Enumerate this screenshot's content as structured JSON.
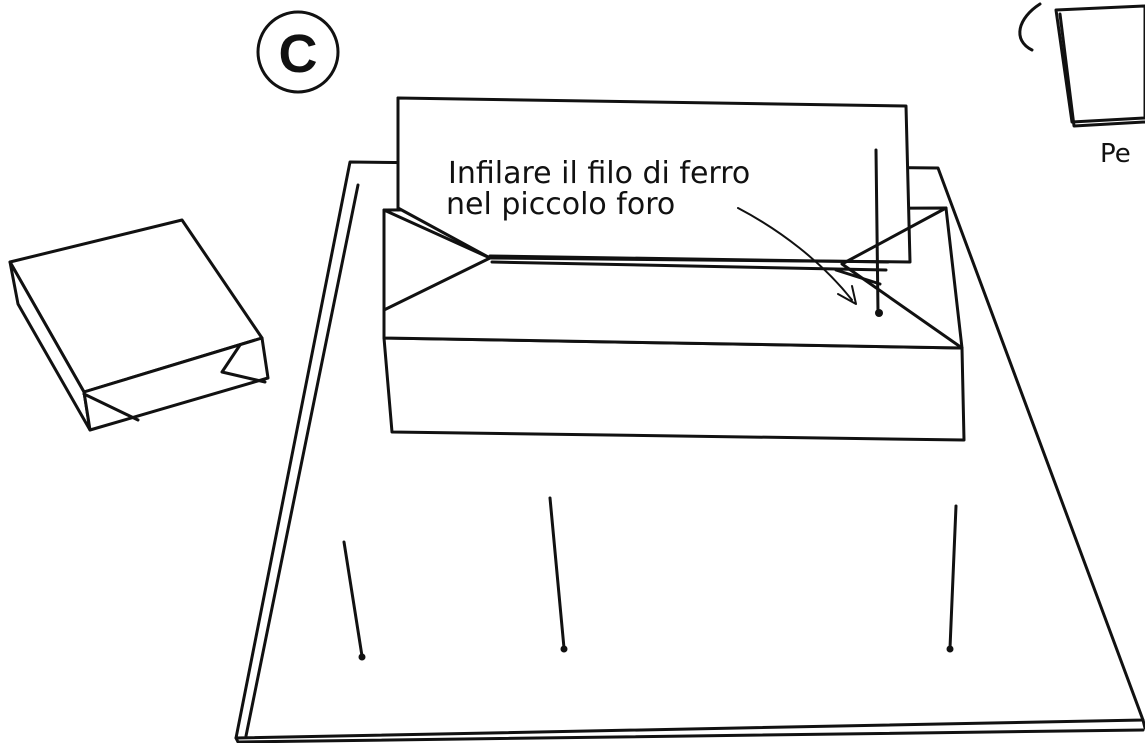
{
  "step_label": "C",
  "instruction": {
    "line1": "Infilare il filo di ferro",
    "line2": "nel piccolo foro"
  },
  "cropped_caption": "Pe"
}
